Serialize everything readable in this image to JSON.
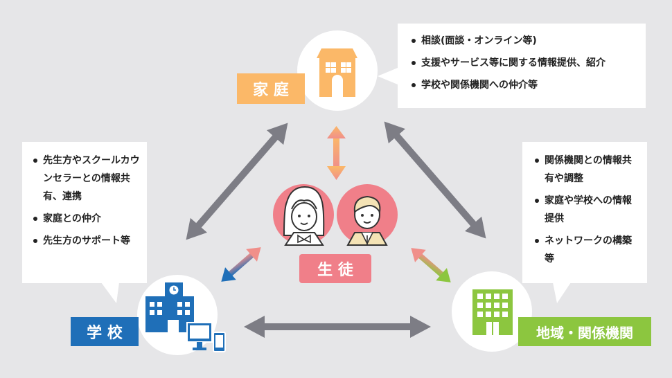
{
  "home": {
    "label": "家 庭",
    "items": [
      "相談(面談・オンライン等)",
      "支援やサービス等に関する情報提供、紹介",
      "学校や関係機関への仲介等"
    ]
  },
  "school": {
    "label": "学 校",
    "items": [
      "先生方やスクールカウンセラーとの情報共有、連携",
      "家庭との仲介",
      "先生方のサポート等"
    ]
  },
  "community": {
    "label": "地域・関係機関",
    "items": [
      "関係機関との情報共有や調整",
      "家庭や学校への情報提供",
      "ネットワークの構築等"
    ]
  },
  "student": {
    "label": "生 徒"
  },
  "colors": {
    "home": "#fbb868",
    "school": "#1f6fb8",
    "community": "#8cc63f",
    "student": "#f07f89",
    "arrow": "#7d7d85"
  }
}
